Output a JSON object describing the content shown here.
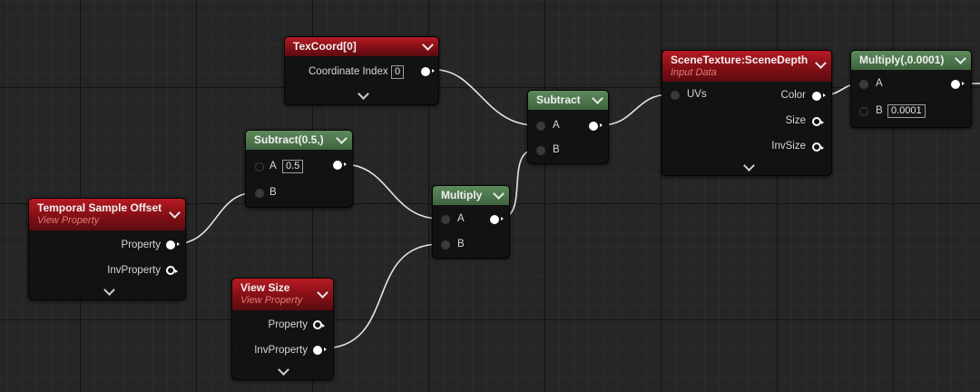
{
  "nodes": {
    "texcoord": {
      "title": "TexCoord[0]",
      "coordinate_index_label": "Coordinate Index",
      "coordinate_index_value": "0"
    },
    "temporal_sample_offset": {
      "title": "Temporal Sample Offset",
      "subtitle": "View Property",
      "property": "Property",
      "inv_property": "InvProperty"
    },
    "subtract_half": {
      "title": "Subtract(0.5,)",
      "pin_a": "A",
      "a_value": "0.5",
      "pin_b": "B"
    },
    "view_size": {
      "title": "View Size",
      "subtitle": "View Property",
      "property": "Property",
      "inv_property": "InvProperty"
    },
    "multiply": {
      "title": "Multiply",
      "pin_a": "A",
      "pin_b": "B"
    },
    "subtract": {
      "title": "Subtract",
      "pin_a": "A",
      "pin_b": "B"
    },
    "scene_texture": {
      "title": "SceneTexture:SceneDepth",
      "subtitle": "Input Data",
      "uvs": "UVs",
      "color": "Color",
      "size": "Size",
      "inv_size": "InvSize"
    },
    "multiply_scale": {
      "title": "Multiply(,0.0001)",
      "pin_a": "A",
      "pin_b": "B",
      "b_value": "0.0001"
    }
  },
  "colors": {
    "header_red": "#b71a22",
    "header_green": "#5d8b5a",
    "wire": "#e6e6e6",
    "subtitle": "#e07a7a"
  }
}
